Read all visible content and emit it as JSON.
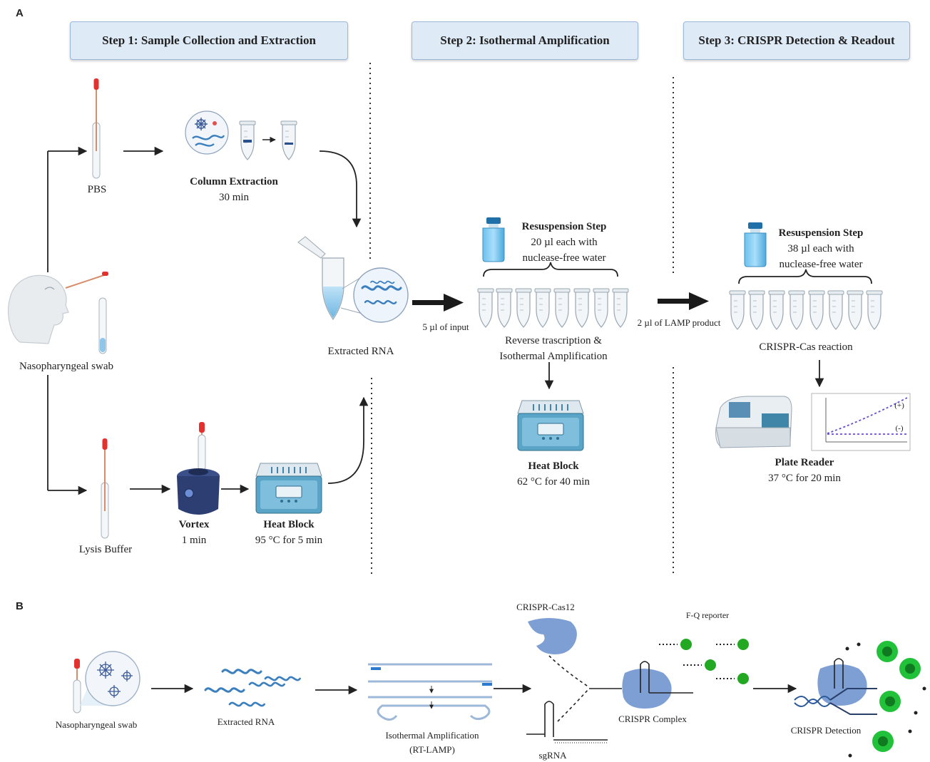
{
  "panel_a": {
    "label": "A",
    "steps": {
      "step1": "Step 1: Sample Collection and Extraction",
      "step2": "Step 2: Isothermal Amplification",
      "step3": "Step 3:  CRISPR Detection & Readout"
    },
    "pbs": "PBS",
    "column_extraction": {
      "title": "Column Extraction",
      "time": "30 min"
    },
    "nasopharyngeal_swab": "Nasopharyngeal swab",
    "lysis_buffer": "Lysis Buffer",
    "vortex": {
      "title": "Vortex",
      "time": "1 min"
    },
    "heat_block_1": {
      "title": "Heat Block",
      "time": "95 °C for 5 min"
    },
    "extracted_rna": "Extracted RNA",
    "input_label": "5 µl of input",
    "resuspension_1": {
      "title": "Resuspension Step",
      "line1": "20 µl each with",
      "line2": "nuclease-free water"
    },
    "rt_amp": {
      "line1": "Reverse trascription &",
      "line2": "Isothermal Amplification"
    },
    "heat_block_2": {
      "title": "Heat Block",
      "time": "62 °C for 40 min"
    },
    "lamp_label": "2 µl of LAMP product",
    "resuspension_2": {
      "title": "Resuspension Step",
      "line1": "38 µl each with",
      "line2": "nuclease-free water"
    },
    "crispr_reaction": "CRISPR-Cas reaction",
    "plate_reader": {
      "title": "Plate Reader",
      "time": "37 °C for 20 min"
    },
    "graph_pos": "(+)",
    "graph_neg": "(-)"
  },
  "panel_b": {
    "label": "B",
    "nasopharyngeal_swab": "Nasopharyngeal swab",
    "extracted_rna": "Extracted RNA",
    "iso_amp": {
      "line1": "Isothermal Amplification",
      "line2": "(RT-LAMP)"
    },
    "cas12": "CRISPR-Cas12",
    "sgrna": "sgRNA",
    "complex": "CRISPR Complex",
    "reporter": "F-Q reporter",
    "detection": "CRISPR Detection"
  },
  "colors": {
    "step_box": "#dfeaf7",
    "tube_liquid": "#8fc6ea",
    "device_teal": "#3f86a8",
    "protein": "#7e9fd4",
    "reporter_green": "#22a822",
    "arrow": "#222222"
  }
}
